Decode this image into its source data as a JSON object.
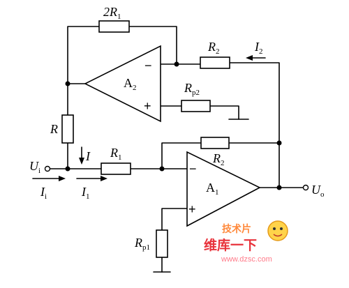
{
  "labels": {
    "r1_feedback": {
      "main": "2R",
      "sub": "1"
    },
    "r2_top": {
      "main": "R",
      "sub": "2"
    },
    "i2": {
      "main": "I",
      "sub": "2"
    },
    "amp2": {
      "main": "A",
      "sub": "2"
    },
    "rp2": {
      "main": "R",
      "sub": "p2"
    },
    "r_left": {
      "main": "R"
    },
    "i_down": {
      "main": "I"
    },
    "r1_in": {
      "main": "R",
      "sub": "1"
    },
    "r2_bottom": {
      "main": "R",
      "sub": "2"
    },
    "ui": {
      "main": "U",
      "sub": "i"
    },
    "ii": {
      "main": "I",
      "sub": "i"
    },
    "i1": {
      "main": "I",
      "sub": "1"
    },
    "amp1": {
      "main": "A",
      "sub": "1"
    },
    "uo": {
      "main": "U",
      "sub": "o"
    },
    "rp1": {
      "main": "R",
      "sub": "p1"
    },
    "minus_sign": "−",
    "plus_sign": "+"
  },
  "watermark": {
    "top_text": "技术片",
    "cn_text": "维库一下",
    "url": "www.dzsc.com"
  }
}
